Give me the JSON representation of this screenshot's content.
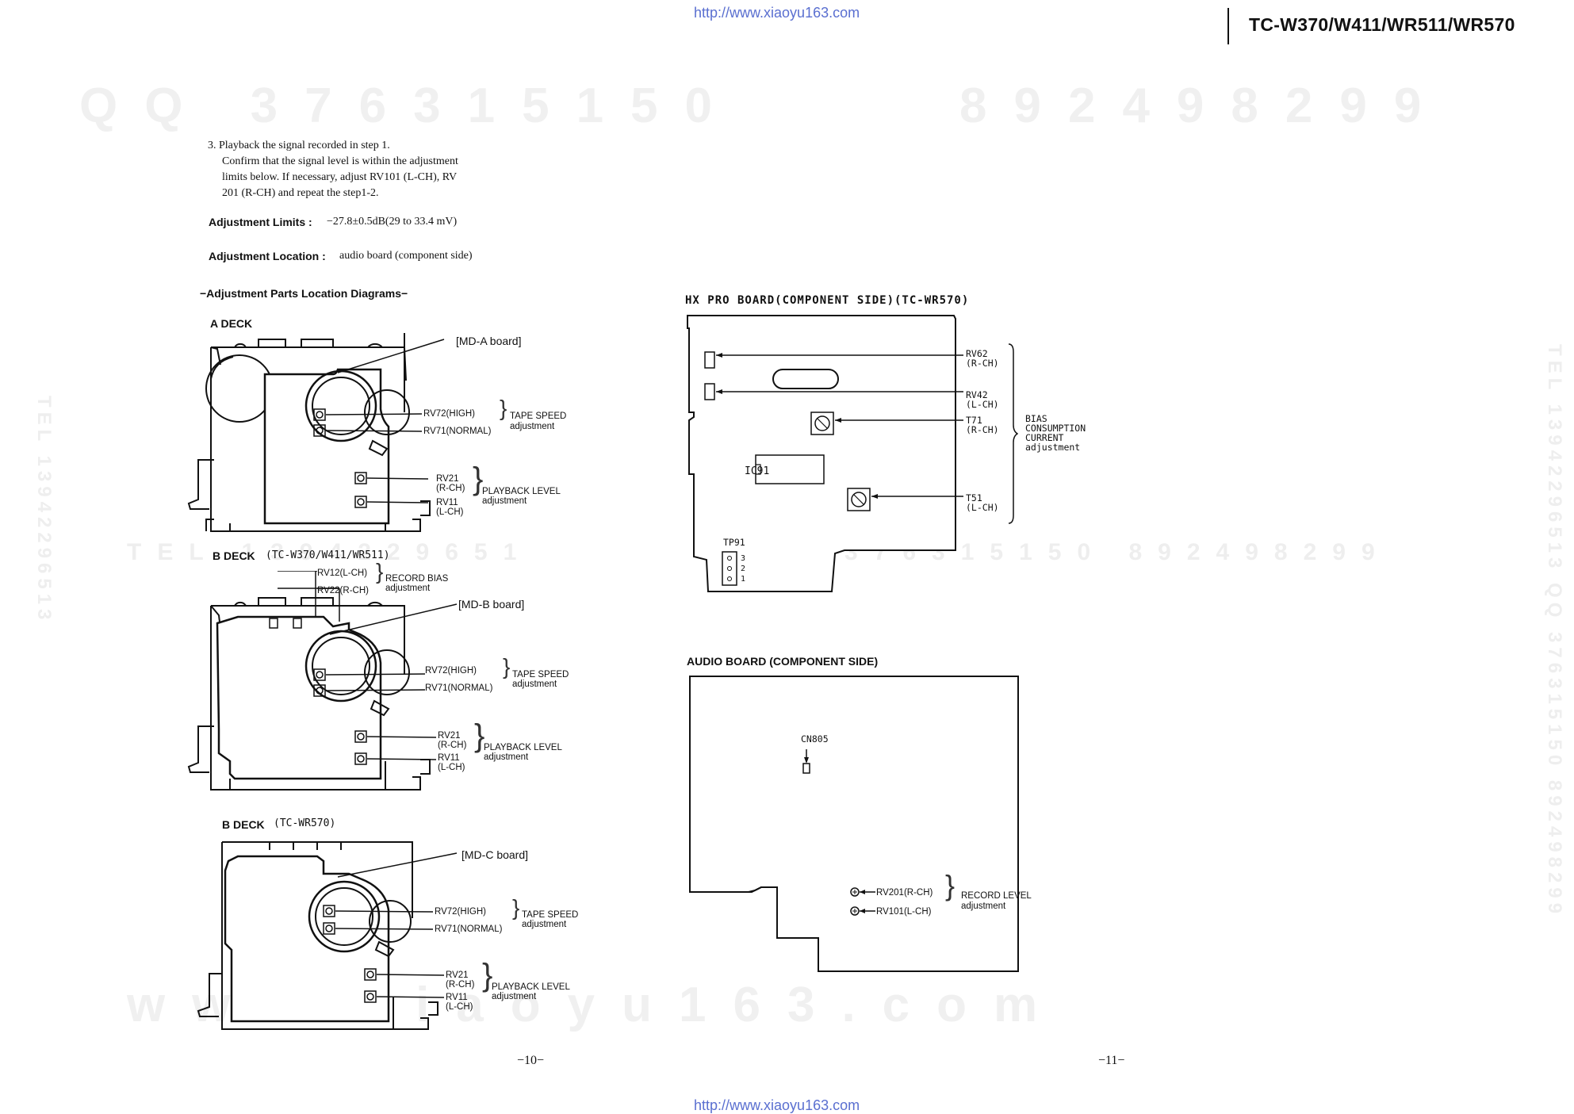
{
  "header": {
    "url_top": "http://www.xiaoyu163.com",
    "url_bottom": "http://www.xiaoyu163.com",
    "model": "TC-W370/W411/WR511/WR570"
  },
  "watermarks": {
    "top_left": "QQ 376315150",
    "top_right": "892498299",
    "mid_left": "TEL 1394229651",
    "mid_right": "QQ 376315150 892498299",
    "bottom": "www.xiaoyu163.com",
    "side_left": "TEL 13942296513",
    "side_right": "TEL 13942296513 QQ 376315150 892498299"
  },
  "step3": {
    "line1": "3. Playback the signal recorded in step 1.",
    "line2": "Confirm that the signal level is within the adjustment",
    "line3": "limits below. If necessary, adjust RV101 (L-CH), RV",
    "line4": "201 (R-CH) and repeat the step1-2."
  },
  "limits": {
    "label": "Adjustment Limits :",
    "value": "−27.8±0.5dB(29 to 33.4 mV)"
  },
  "location": {
    "label": "Adjustment Location :",
    "value": "audio board (component side)"
  },
  "diagrams_heading": "−Adjustment Parts Location Diagrams−",
  "a_deck": {
    "title": "A DECK",
    "board": "[MD-A board]",
    "rv72": "RV72(HIGH)",
    "rv71": "RV71(NORMAL)",
    "tape1": "TAPE SPEED",
    "tape2": "adjustment",
    "rv21a": "RV21",
    "rv21b": "(R-CH)",
    "rv11a": "RV11",
    "rv11b": "(L-CH)",
    "play1": "PLAYBACK LEVEL",
    "play2": "adjustment"
  },
  "b_deck": {
    "title": "B DECK",
    "models": "(TC-W370/W411/WR511)",
    "rv12": "RV12(L-CH)",
    "rv22": "RV22(R-CH)",
    "rec1": "RECORD BIAS",
    "rec2": "adjustment",
    "board": "[MD-B board]",
    "rv72": "RV72(HIGH)",
    "rv71": "RV71(NORMAL)",
    "tape1": "TAPE SPEED",
    "tape2": "adjustment",
    "rv21a": "RV21",
    "rv21b": "(R-CH)",
    "rv11a": "RV11",
    "rv11b": "(L-CH)",
    "play1": "PLAYBACK LEVEL",
    "play2": "adjustment"
  },
  "c_deck": {
    "title": "B DECK",
    "models": "(TC-WR570)",
    "board": "[MD-C board]",
    "rv72": "RV72(HIGH)",
    "rv71": "RV71(NORMAL)",
    "tape1": "TAPE SPEED",
    "tape2": "adjustment",
    "rv21a": "RV21",
    "rv21b": "(R-CH)",
    "rv11a": "RV11",
    "rv11b": "(L-CH)",
    "play1": "PLAYBACK LEVEL",
    "play2": "adjustment"
  },
  "hx": {
    "title": "HX PRO BOARD(COMPONENT SIDE)(TC-WR570)",
    "rv62a": "RV62",
    "rv62b": "(R-CH)",
    "rv42a": "RV42",
    "rv42b": "(L-CH)",
    "t71a": "T71",
    "t71b": "(R-CH)",
    "t51a": "T51",
    "t51b": "(L-CH)",
    "ic": "IC91",
    "tp": "TP91",
    "pin3": "3",
    "pin2": "2",
    "pin1": "1",
    "bias1": "BIAS",
    "bias2": "CONSUMPTION",
    "bias3": "CURRENT",
    "bias4": "adjustment"
  },
  "audio": {
    "title": "AUDIO BOARD (COMPONENT SIDE)",
    "cn": "CN805",
    "rv201": "RV201(R-CH)",
    "rv101": "RV101(L-CH)",
    "rec1": "RECORD LEVEL",
    "rec2": "adjustment"
  },
  "pages": {
    "left": "−10−",
    "right": "−11−"
  }
}
